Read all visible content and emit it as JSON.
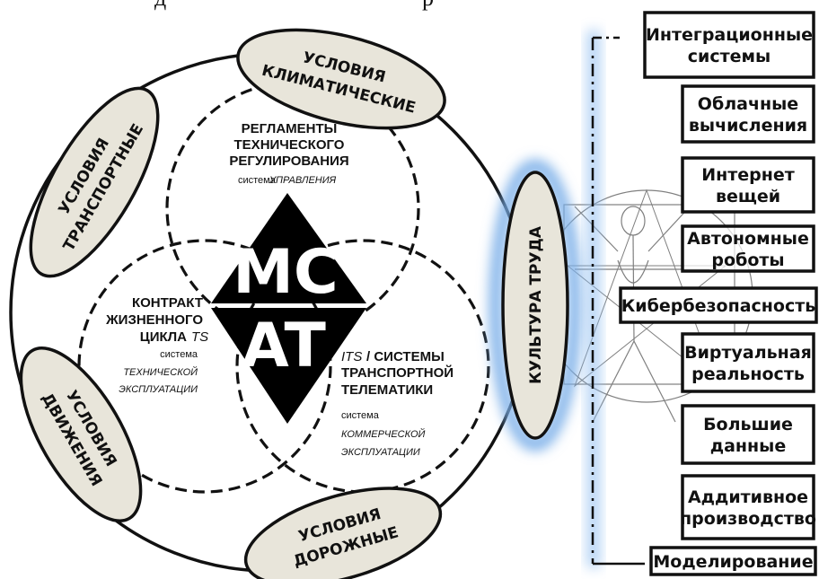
{
  "top_caption": "д",
  "top_caption_2": "р",
  "core": {
    "top": "MC",
    "bottom": "AT"
  },
  "ellipses": {
    "climatic": [
      "УСЛОВИЯ",
      "КЛИМАТИЧЕСКИЕ"
    ],
    "transport": [
      "УСЛОВИЯ",
      "ТРАНСПОРТНЫЕ"
    ],
    "motion": [
      "УСЛОВИЯ",
      "ДВИЖЕНИЯ"
    ],
    "road": [
      "УСЛОВИЯ",
      "ДОРОЖНЫЕ"
    ],
    "culture": "КУЛЬТУРА ТРУДА"
  },
  "circles": {
    "top": {
      "lines": [
        "РЕГЛАМЕНТЫ",
        "ТЕХНИЧЕСКОГО",
        "РЕГУЛИРОВАНИЯ"
      ],
      "sys_word": "система",
      "sys_name": "УПРАВЛЕНИЯ"
    },
    "left": {
      "lines": [
        "КОНТРАКТ",
        "ЖИЗНЕННОГО"
      ],
      "line3": "ЦИКЛА",
      "line3_ital": "TS",
      "sys_word": "система",
      "sys_name": [
        "ТЕХНИЧЕСКОЙ",
        "ЭКСПЛУАТАЦИИ"
      ]
    },
    "right": {
      "line1_ital": "ITS",
      "line1": " / СИСТЕМЫ",
      "lines": [
        "ТРАНСПОРТНОЙ",
        "ТЕЛЕМАТИКИ"
      ],
      "sys_word": "система",
      "sys_name": [
        "КОММЕРЧЕСКОЙ",
        "ЭКСПЛУАТАЦИИ"
      ]
    }
  },
  "technologies": [
    [
      "Интеграционные",
      "системы"
    ],
    [
      "Облачные",
      "вычисления"
    ],
    [
      "Интернет",
      "вещей"
    ],
    [
      "Автономные",
      "роботы"
    ],
    [
      "Кибербезопасность"
    ],
    [
      "Виртуальная",
      "реальность"
    ],
    [
      "Большие",
      "данные"
    ],
    [
      "Аддитивное",
      "производство"
    ],
    [
      "Моделирование"
    ]
  ]
}
